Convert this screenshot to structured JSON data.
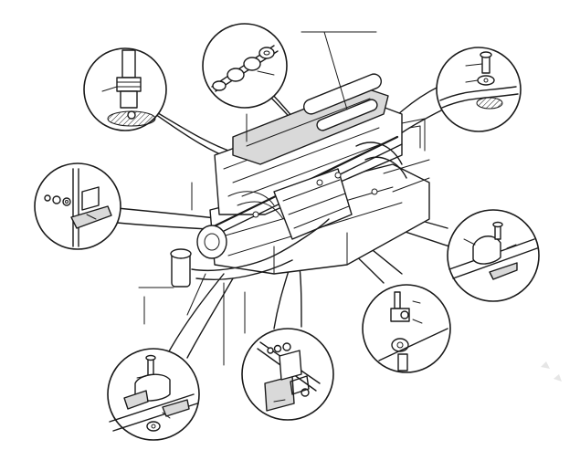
{
  "figure": {
    "kind": "exploded technical illustration of an engine fuel-injection pipe routing with detail insets",
    "callouts": [],
    "insets": [
      {
        "id": "pipe-fitting",
        "icon": "union-nut-fitting-icon"
      },
      {
        "id": "pipe-unions",
        "icon": "pipe-union-icon"
      },
      {
        "id": "clip-bolt-top-right",
        "icon": "clamp-bolt-icon"
      },
      {
        "id": "bracket-left",
        "icon": "bracket-icon"
      },
      {
        "id": "clamp-right",
        "icon": "pipe-clamp-icon"
      },
      {
        "id": "bolt-washer-right",
        "icon": "bolt-washer-icon"
      },
      {
        "id": "bracket-bottom",
        "icon": "bracket-clip-icon"
      },
      {
        "id": "clamp-bottom-left",
        "icon": "pipe-clamp-icon"
      }
    ],
    "colors": {
      "ink": "#1a1a1a",
      "paper": "#ffffff",
      "shade": "#d9d9d9"
    }
  }
}
